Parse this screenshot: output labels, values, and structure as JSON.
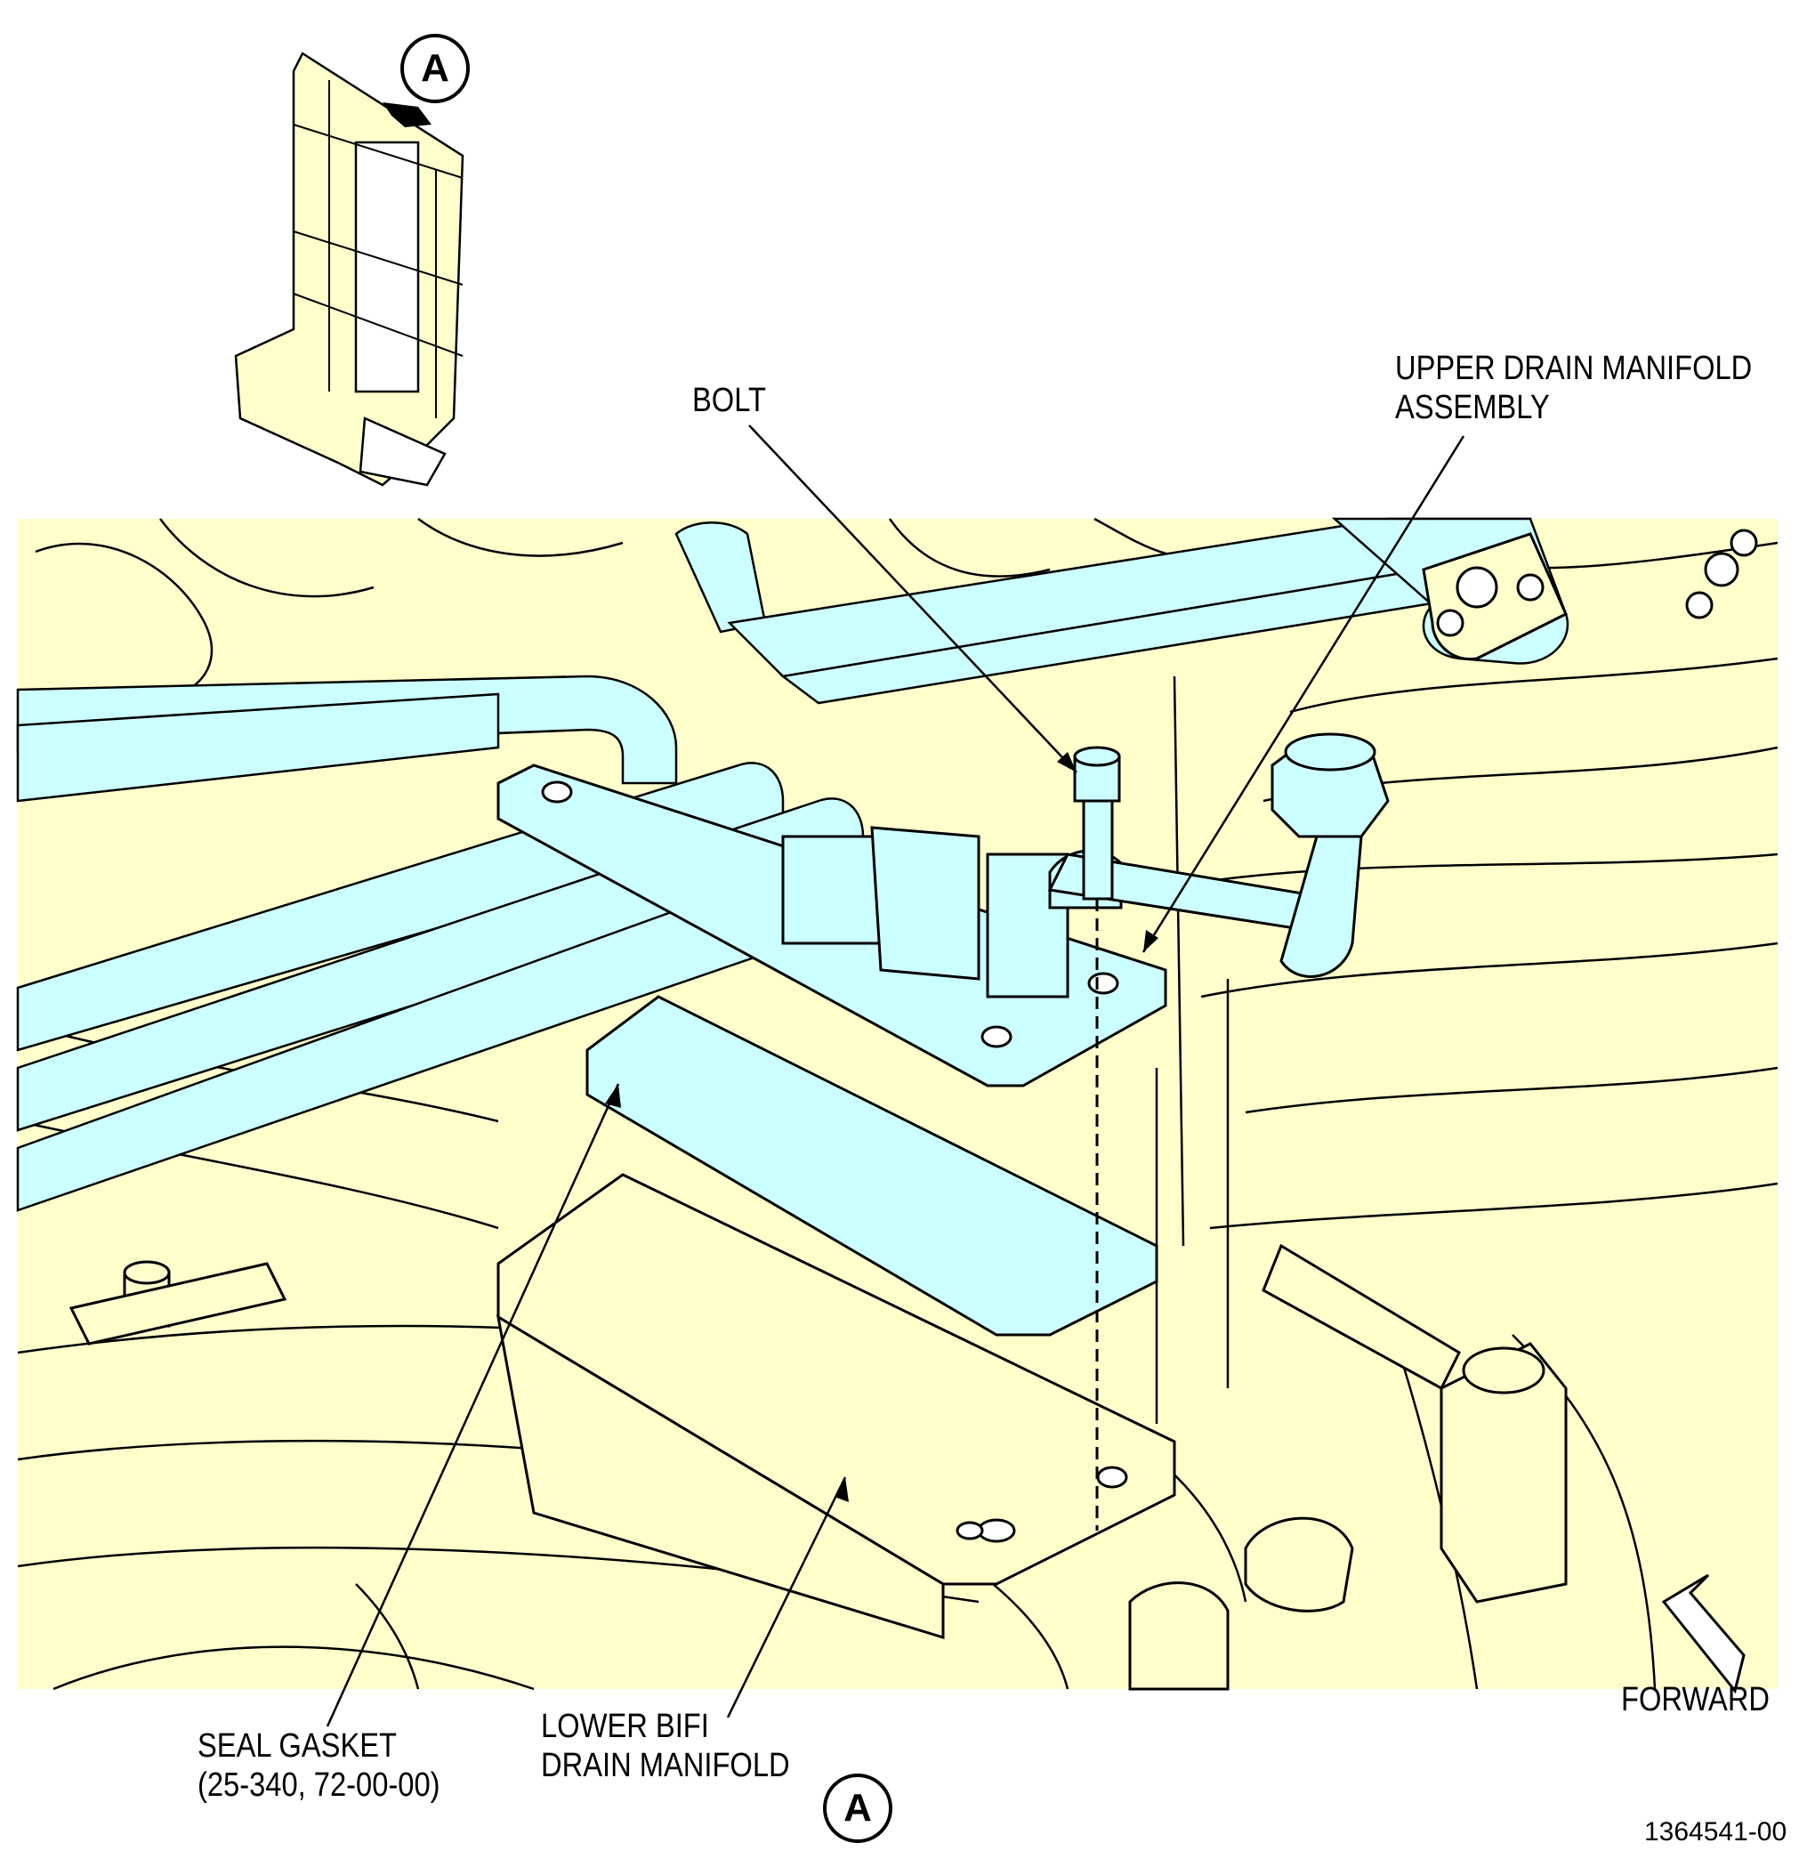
{
  "view_id": "A",
  "labels": {
    "bolt": "BOLT",
    "upper_manifold": [
      "UPPER DRAIN MANIFOLD",
      "ASSEMBLY"
    ],
    "seal_gasket": [
      "SEAL GASKET",
      "(25-340, 72-00-00)"
    ],
    "lower_manifold": [
      "LOWER BIFI",
      "DRAIN MANIFOLD"
    ],
    "forward": "FORWARD"
  },
  "figure_number": "1364541-00",
  "colors": {
    "background": "#ffffcc",
    "highlight": "#ccffff",
    "line": "#000000"
  }
}
